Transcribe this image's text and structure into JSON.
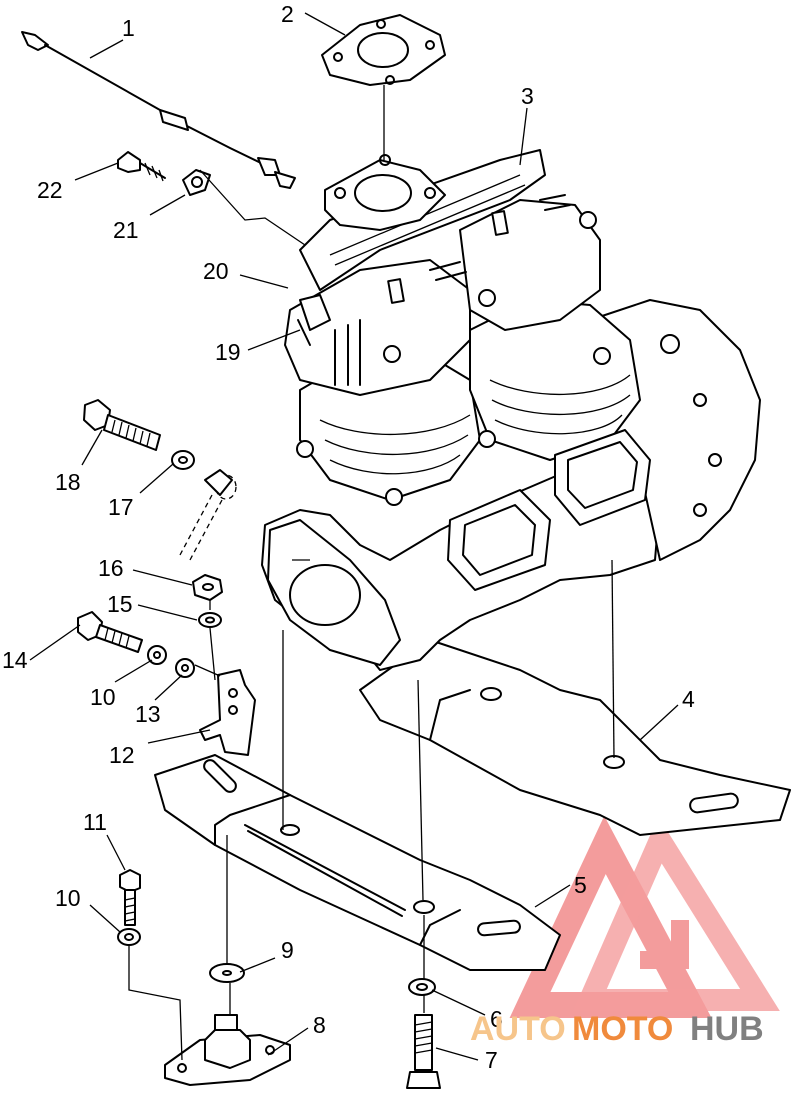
{
  "diagram": {
    "callouts": [
      {
        "id": "c1",
        "label": "1"
      },
      {
        "id": "c2",
        "label": "2"
      },
      {
        "id": "c3",
        "label": "3"
      },
      {
        "id": "c4",
        "label": "4"
      },
      {
        "id": "c5",
        "label": "5"
      },
      {
        "id": "c6",
        "label": "6"
      },
      {
        "id": "c7",
        "label": "7"
      },
      {
        "id": "c8",
        "label": "8"
      },
      {
        "id": "c9",
        "label": "9"
      },
      {
        "id": "c10a",
        "label": "10"
      },
      {
        "id": "c10b",
        "label": "10"
      },
      {
        "id": "c11",
        "label": "11"
      },
      {
        "id": "c12",
        "label": "12"
      },
      {
        "id": "c13",
        "label": "13"
      },
      {
        "id": "c14",
        "label": "14"
      },
      {
        "id": "c15",
        "label": "15"
      },
      {
        "id": "c16",
        "label": "16"
      },
      {
        "id": "c17",
        "label": "17"
      },
      {
        "id": "c18",
        "label": "18"
      },
      {
        "id": "c19",
        "label": "19"
      },
      {
        "id": "c20",
        "label": "20"
      },
      {
        "id": "c21",
        "label": "21"
      },
      {
        "id": "c22",
        "label": "22"
      }
    ]
  },
  "watermark": {
    "text_part1": "AUTO",
    "text_part2": "MOTO",
    "text_part3": "HUB",
    "color_light": "#f6c58b",
    "color_mid": "#f08a3c",
    "color_dark": "#808080",
    "logo_color": "#f28b8b"
  }
}
